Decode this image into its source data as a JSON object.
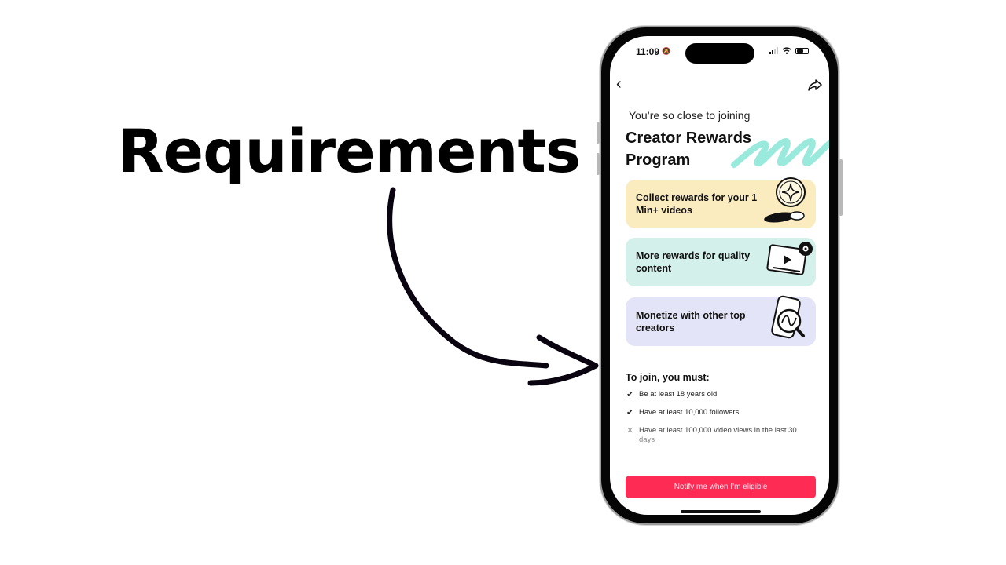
{
  "overlay": {
    "headline": "Requirements"
  },
  "status_bar": {
    "time": "11:09",
    "bell": "🔕"
  },
  "nav": {
    "back": "‹"
  },
  "header": {
    "subtitle": "You’re so close to joining",
    "title": "Creator Rewards Program"
  },
  "benefits": [
    {
      "label": "Collect rewards for your 1 Min+ videos",
      "color": "#fbecc0",
      "icon": "coin-star-icon"
    },
    {
      "label": "More rewards for quality content",
      "color": "#d3f0ea",
      "icon": "video-play-icon"
    },
    {
      "label": "Monetize with other top creators",
      "color": "#e4e4f8",
      "icon": "phone-search-icon"
    }
  ],
  "requirements": {
    "title": "To join, you must:",
    "items": [
      {
        "mark": "✔",
        "text": "Be at least 18 years old",
        "met": true
      },
      {
        "mark": "✔",
        "text": "Have at least 10,000 followers",
        "met": true
      },
      {
        "mark": "✕",
        "text": "Have at least 100,000 video views in the last 30",
        "cont": "days",
        "met": false
      }
    ]
  },
  "cta": {
    "label": "Notify me when I'm eligible",
    "color": "#fe2c55"
  }
}
